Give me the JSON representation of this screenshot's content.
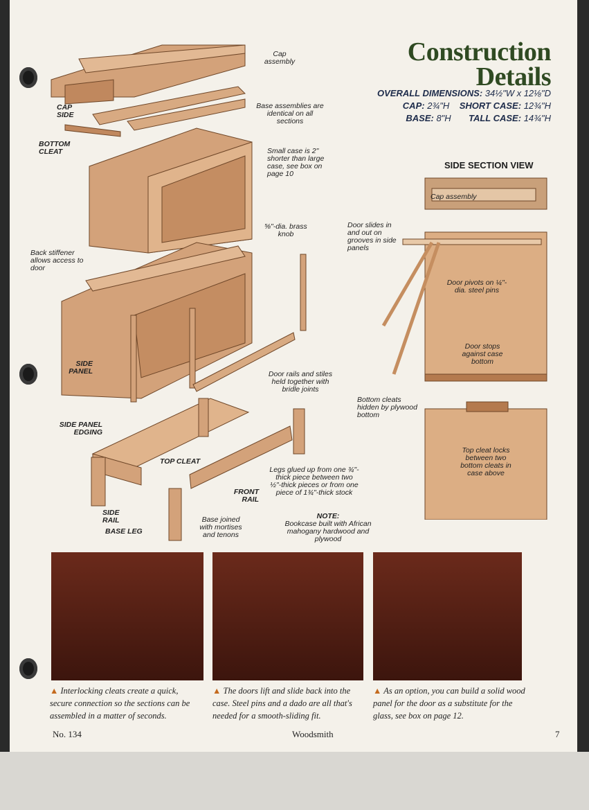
{
  "header": {
    "title_line1": "Construction",
    "title_line2": "Details"
  },
  "dimensions": {
    "overall_label": "OVERALL DIMENSIONS:",
    "overall_value": "34½\"W x 12⅛\"D",
    "cap_label": "CAP:",
    "cap_value": "2¾\"H",
    "short_label": "SHORT CASE:",
    "short_value": "12¾\"H",
    "base_label": "BASE:",
    "base_value": "8\"H",
    "tall_label": "TALL CASE:",
    "tall_value": "14¾\"H"
  },
  "exploded_labels": {
    "cap_assembly": "Cap assembly",
    "cap_side": "CAP SIDE",
    "base_assemblies": "Base assemblies are identical on all sections",
    "bottom_cleat": "BOTTOM CLEAT",
    "small_case": "Small case is 2\" shorter than large case, see box on page 10",
    "brass_knob": "⅝\"-dia. brass knob",
    "back_stiffener": "Back stiffener allows access to door",
    "side_panel": "SIDE PANEL",
    "door_rails": "Door rails and stiles held together with bridle joints",
    "side_panel_edging": "SIDE PANEL EDGING",
    "top_cleat": "TOP CLEAT",
    "legs_glued": "Legs glued up from one ¾\"-thick piece between two ½\"-thick pieces or from one piece of 1¾\"-thick stock",
    "front_rail": "FRONT RAIL",
    "side_rail": "SIDE RAIL",
    "base_leg": "BASE LEG",
    "base_joined": "Base joined with mortises and tenons",
    "note_title": "NOTE:",
    "note_body": "Bookcase built with African mahogany hardwood and plywood"
  },
  "side_section": {
    "title": "SIDE SECTION VIEW",
    "cap_assembly": "Cap assembly",
    "door_slides": "Door slides in and out on grooves in side panels",
    "door_pivots": "Door pivots on ¼\"-dia. steel pins",
    "door_stops": "Door stops against case bottom",
    "bottom_cleats": "Bottom cleats hidden by plywood bottom",
    "top_cleat": "Top cleat locks between two bottom cleats in case above"
  },
  "captions": {
    "c1": "Interlocking cleats create a quick, secure connection so the sections can be assembled in a matter of seconds.",
    "c2": "The doors lift and slide back into the case. Steel pins and a dado are all that's needed for a smooth-sliding fit.",
    "c3": "As an option, you can build a solid wood panel for the door as a substitute for the glass, see box on page 12."
  },
  "footer": {
    "issue": "No. 134",
    "magazine": "Woodsmith",
    "page": "7"
  },
  "colors": {
    "title_green": "#2f4a22",
    "dims_navy": "#1d2b4a",
    "wood": "#c98e62",
    "wood_dark": "#9c6a45",
    "caption_marker": "#c46a1e"
  }
}
